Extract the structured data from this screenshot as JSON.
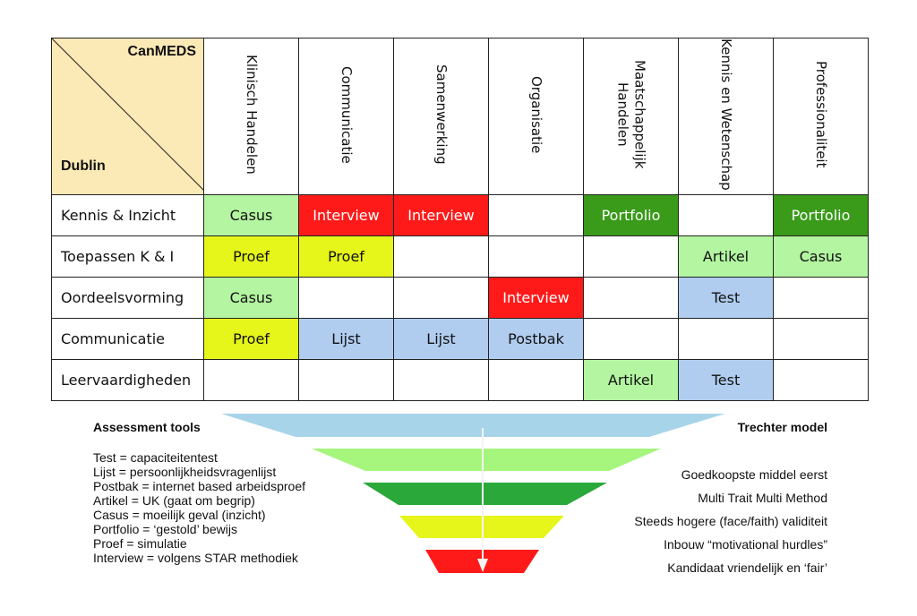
{
  "corner": {
    "top": "CanMEDS",
    "bottom": "Dublin"
  },
  "columns": [
    "Klinisch Handelen",
    "Communicatie",
    "Samenwerking",
    "Organisatie",
    "Maatschappelijk Handelen",
    "Kennis en Wetenschap",
    "Professionaliteit"
  ],
  "rows": [
    {
      "label": "Kennis & Inzicht",
      "cells": [
        {
          "t": "Casus",
          "c": "lg"
        },
        {
          "t": "Interview",
          "c": "rd"
        },
        {
          "t": "Interview",
          "c": "rd"
        },
        {
          "t": "",
          "c": ""
        },
        {
          "t": "Portfolio",
          "c": "dg"
        },
        {
          "t": "",
          "c": ""
        },
        {
          "t": "Portfolio",
          "c": "dg"
        }
      ]
    },
    {
      "label": "Toepassen K & I",
      "cells": [
        {
          "t": "Proef",
          "c": "yl"
        },
        {
          "t": "Proef",
          "c": "yl"
        },
        {
          "t": "",
          "c": ""
        },
        {
          "t": "",
          "c": ""
        },
        {
          "t": "",
          "c": ""
        },
        {
          "t": "Artikel",
          "c": "lg"
        },
        {
          "t": "Casus",
          "c": "lg"
        }
      ]
    },
    {
      "label": "Oordeelsvorming",
      "cells": [
        {
          "t": "Casus",
          "c": "lg"
        },
        {
          "t": "",
          "c": ""
        },
        {
          "t": "",
          "c": ""
        },
        {
          "t": "Interview",
          "c": "rd"
        },
        {
          "t": "",
          "c": ""
        },
        {
          "t": "Test",
          "c": "bl"
        },
        {
          "t": "",
          "c": ""
        }
      ]
    },
    {
      "label": "Communicatie",
      "cells": [
        {
          "t": "Proef",
          "c": "yl"
        },
        {
          "t": "Lijst",
          "c": "bl"
        },
        {
          "t": "Lijst",
          "c": "bl"
        },
        {
          "t": "Postbak",
          "c": "bl"
        },
        {
          "t": "",
          "c": ""
        },
        {
          "t": "",
          "c": ""
        },
        {
          "t": "",
          "c": ""
        }
      ]
    },
    {
      "label": "Leervaardigheden",
      "cells": [
        {
          "t": "",
          "c": ""
        },
        {
          "t": "",
          "c": ""
        },
        {
          "t": "",
          "c": ""
        },
        {
          "t": "",
          "c": ""
        },
        {
          "t": "Artikel",
          "c": "lg"
        },
        {
          "t": "Test",
          "c": "bl"
        },
        {
          "t": "",
          "c": ""
        }
      ]
    }
  ],
  "assessment": {
    "title": "Assessment tools",
    "items": [
      "Test = capaciteitentest",
      "Lijst = persoonlijkheidsvragenlijst",
      "Postbak = internet based arbeidsproef",
      "Artikel = UK (gaat om begrip)",
      "Casus = moeilijk geval (inzicht)",
      "Portfolio = ‘gestold’ bewijs",
      "Proef = simulatie",
      "Interview = volgens STAR methodiek"
    ]
  },
  "trechter": {
    "title": "Trechter model",
    "items": [
      "Goedkoopste middel eerst",
      "Multi Trait Multi Method",
      "Steeds hogere (face/faith) validiteit",
      "Inbouw “motivational hurdles”",
      "Kandidaat vriendelijk en ‘fair’"
    ]
  },
  "funnel_colors": [
    "#a8d4ea",
    "#a6f57d",
    "#2aa83a",
    "#e6f51a",
    "#ff1a1a"
  ]
}
